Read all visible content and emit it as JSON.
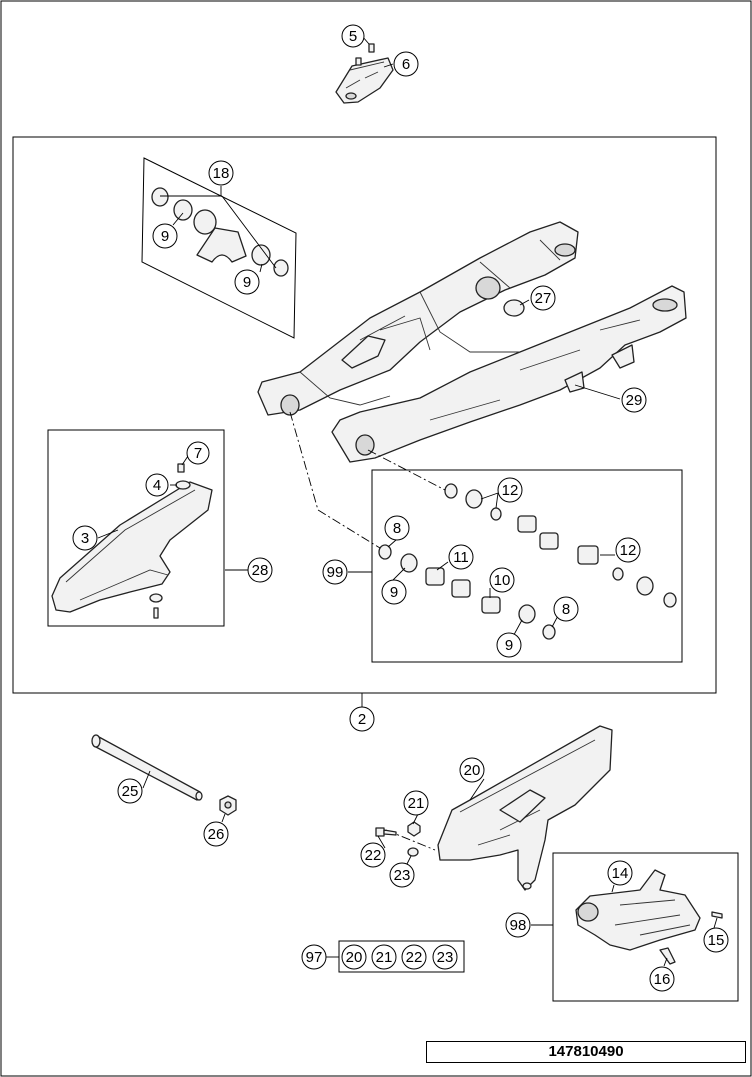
{
  "document": {
    "id": "147810490"
  },
  "callouts": {
    "c5": "5",
    "c6": "6",
    "c18": "18",
    "c9a": "9",
    "c9b": "9",
    "c27": "27",
    "c29": "29",
    "c7": "7",
    "c4": "4",
    "c3": "3",
    "c28": "28",
    "c12a": "12",
    "c8a": "8",
    "c99": "99",
    "c11": "11",
    "c12b": "12",
    "c9c": "9",
    "c10": "10",
    "c8b": "8",
    "c9d": "9",
    "c2": "2",
    "c20": "20",
    "c25": "25",
    "c21": "21",
    "c26": "26",
    "c22": "22",
    "c23": "23",
    "c14": "14",
    "c98": "98",
    "c15": "15",
    "c16": "16",
    "c97": "97",
    "k20": "20",
    "k21": "21",
    "k22": "22",
    "k23": "23"
  }
}
